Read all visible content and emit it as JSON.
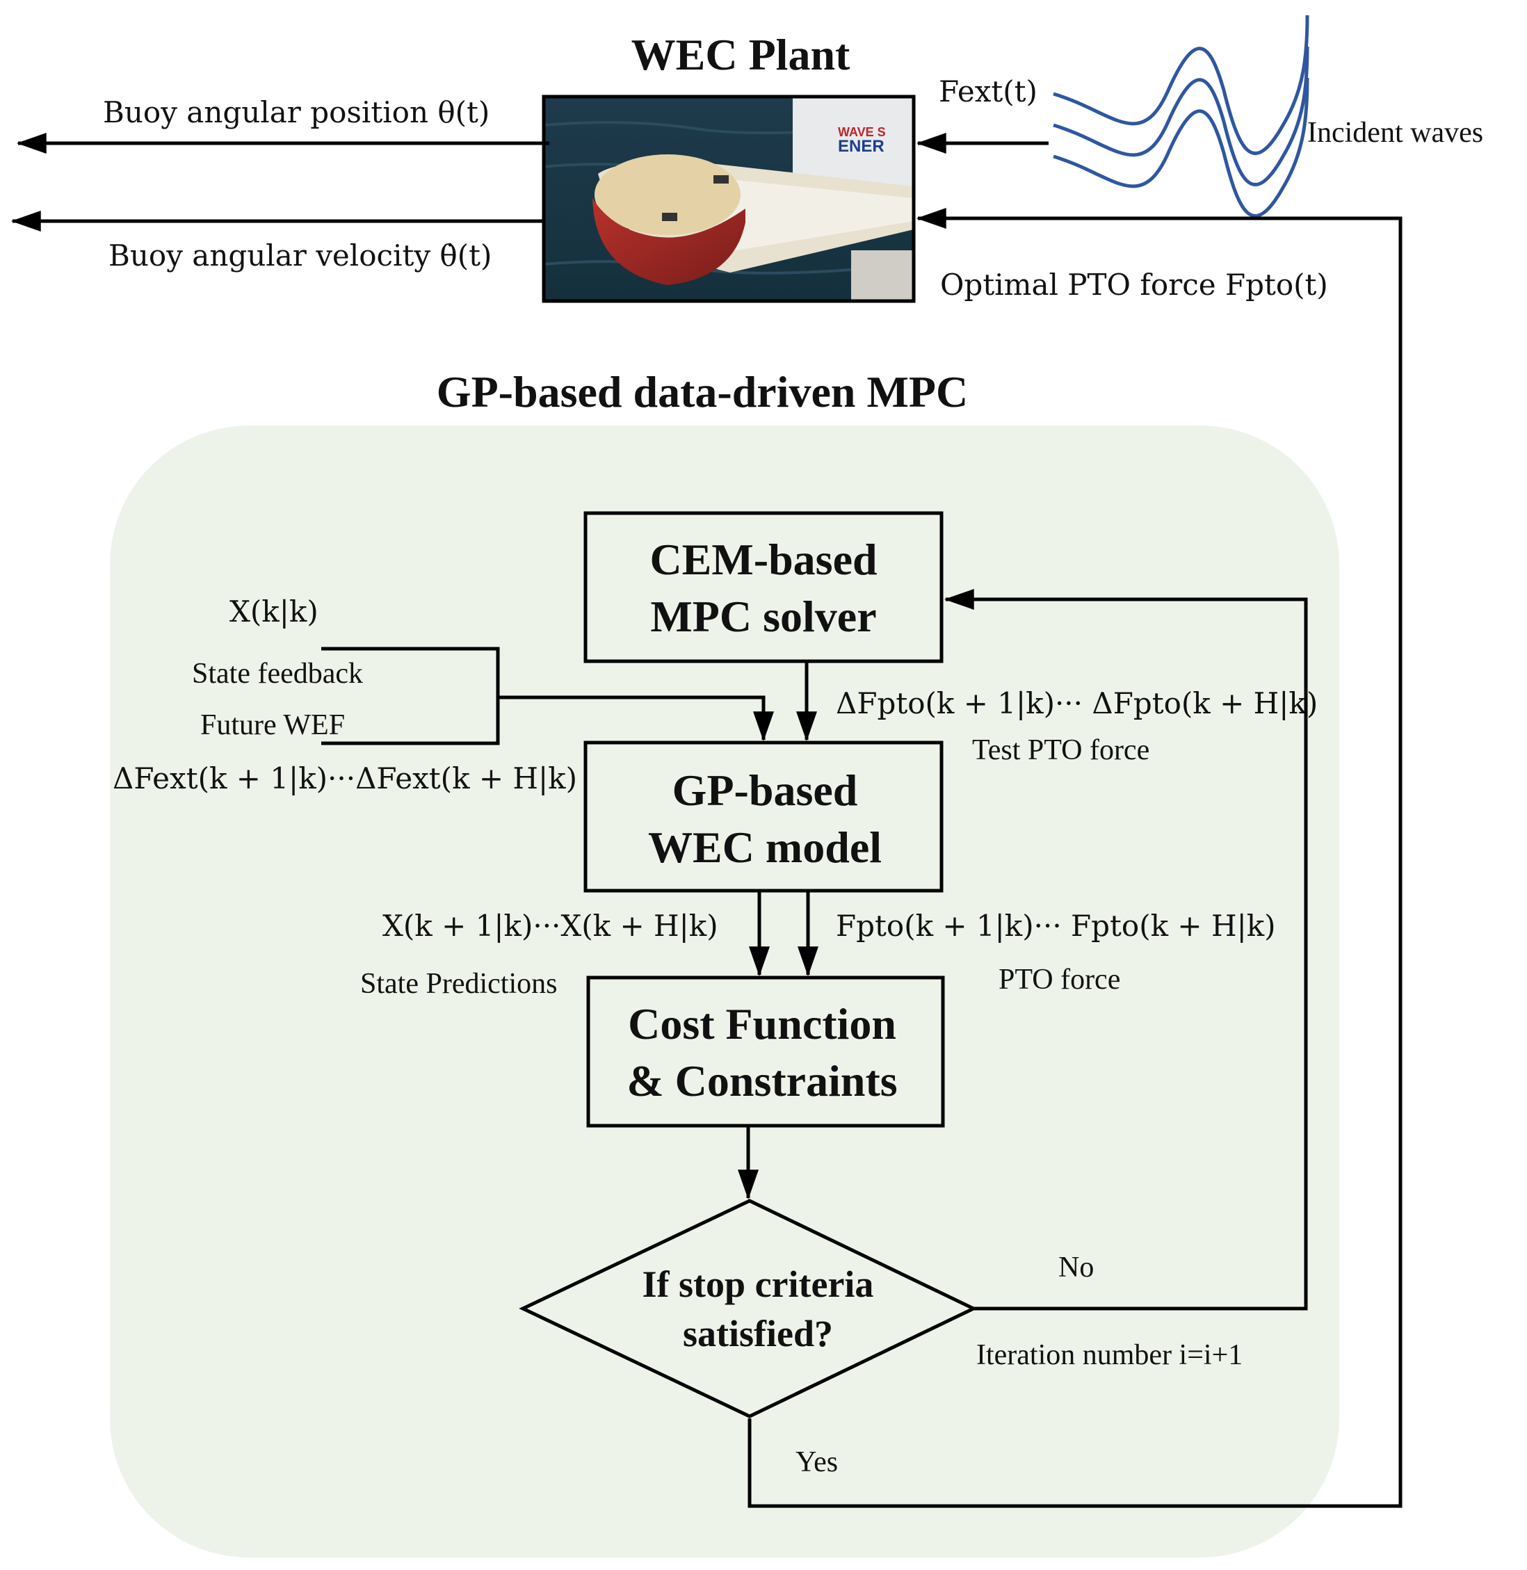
{
  "plant": {
    "title": "WEC Plant",
    "photo_lettering_1": "WAVE S",
    "photo_lettering_2": "ENER"
  },
  "outputs": {
    "position_label": "Buoy angular position θ(t)",
    "velocity_label": "Buoy angular velocity θ̇(t)"
  },
  "inputs": {
    "fext_label": "Fext(t)",
    "waves_label": "Incident waves",
    "optimal_pto_label": "Optimal PTO force Fpto(t)"
  },
  "mpc": {
    "title": "GP-based data-driven MPC",
    "background_color": "#eef3ea"
  },
  "blocks": {
    "solver": {
      "line1": "CEM-based",
      "line2": "MPC solver"
    },
    "model": {
      "line1": "GP-based",
      "line2": "WEC model"
    },
    "cost": {
      "line1": "Cost Function",
      "line2": "& Constraints"
    },
    "decision": {
      "line1": "If stop criteria",
      "line2": "satisfied?"
    }
  },
  "signals": {
    "state_now": "X(k|k)",
    "state_feedback": "State feedback",
    "future_wef": "Future WEF",
    "delta_fext": "ΔFext(k + 1|k)···ΔFext(k + H|k)",
    "delta_fpto": "ΔFpto(k + 1|k)··· ΔFpto(k + H|k)",
    "test_pto": "Test PTO force",
    "state_pred_seq": "X(k + 1|k)···X(k + H|k)",
    "state_predictions": "State Predictions",
    "fpto_seq": "Fpto(k + 1|k)··· Fpto(k + H|k)",
    "pto_force": "PTO force",
    "no": "No",
    "iteration": "Iteration number i=i+1",
    "yes": "Yes"
  },
  "colors": {
    "wave": "#2f57a0",
    "line": "#000000"
  }
}
